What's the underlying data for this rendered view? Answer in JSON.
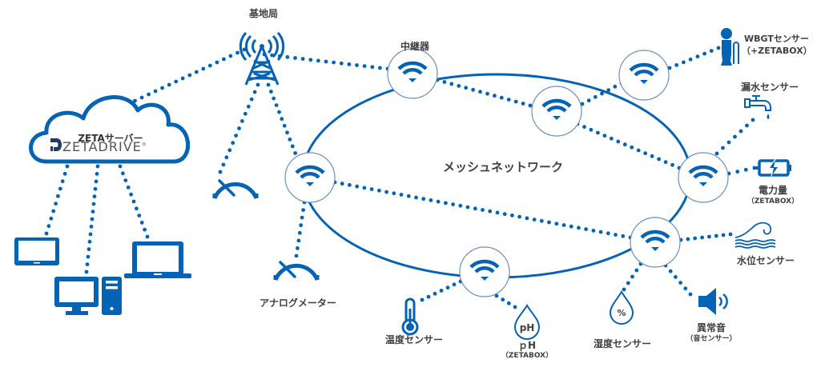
{
  "colors": {
    "primary": "#0563B5",
    "node_border": "#5B86B8",
    "text": "#404040",
    "brand_dark": "#1E3A70",
    "brand_gray": "#555555"
  },
  "center_label": "メッシュネットワーク",
  "cloud": {
    "title": "ZETAサーバー",
    "brand": "ZETADRIVE",
    "brand_mark": "®",
    "icon": "cloud-icon",
    "logo_icon": "zetadrive-logo-icon"
  },
  "base_station": {
    "label": "基地局",
    "icon": "antenna-tower-icon"
  },
  "repeater": {
    "label": "中継器",
    "icon": "wifi-icon"
  },
  "clients": [
    {
      "name": "tablet",
      "icon": "tablet-icon"
    },
    {
      "name": "desktop-pc",
      "icon": "desktop-pc-icon"
    },
    {
      "name": "laptop",
      "icon": "laptop-icon"
    }
  ],
  "devices": [
    {
      "id": "analog-meter-left",
      "icon": "gauge-icon",
      "label": ""
    },
    {
      "id": "analog-meter",
      "icon": "gauge-icon",
      "label": "アナログメーター"
    },
    {
      "id": "wbgt",
      "icon": "wbgt-sensor-icon",
      "label": "WBGTセンサー",
      "sub": "（+ZETABOX）"
    },
    {
      "id": "leak",
      "icon": "faucet-icon",
      "label": "漏水センサー"
    },
    {
      "id": "power",
      "icon": "battery-charge-icon",
      "label": "電力量",
      "sub": "（ZETABOX）"
    },
    {
      "id": "water-level",
      "icon": "wave-icon",
      "label": "水位センサー"
    },
    {
      "id": "abnormal-sound",
      "icon": "speaker-icon",
      "label": "異常音",
      "sub": "（音センサー）"
    },
    {
      "id": "humidity",
      "icon": "humidity-drop-icon",
      "label": "湿度センサー",
      "glyph": "%"
    },
    {
      "id": "ph",
      "icon": "ph-drop-icon",
      "label": "ｐH",
      "sub": "（ZETABOX）",
      "glyph": "pH"
    },
    {
      "id": "temperature",
      "icon": "thermometer-icon",
      "label": "温度センサー"
    }
  ]
}
